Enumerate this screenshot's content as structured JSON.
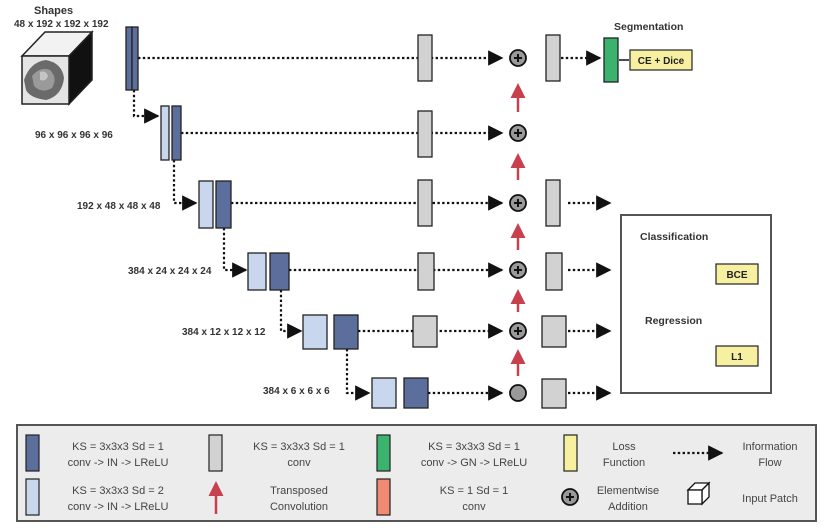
{
  "input": {
    "title": "Shapes",
    "shape": "48 x 192 x 192 x 192"
  },
  "stage_labels": [
    "96 x 96 x 96 x 96",
    "192 x 48 x 48 x 48",
    "384 x 24 x 24 x 24",
    "384 x 12 x 12 x 12",
    "384 x 6 x 6 x 6"
  ],
  "heads": {
    "segmentation_title": "Segmentation",
    "segmentation_loss": "CE + Dice",
    "classification_title": "Classification",
    "classification_loss": "BCE",
    "regression_title": "Regression",
    "regression_loss": "L1"
  },
  "legend": {
    "dark_conv": {
      "line1": "KS = 3x3x3   Sd = 1",
      "line2": "conv -> IN -> LReLU"
    },
    "light_conv": {
      "line1": "KS = 3x3x3   Sd = 2",
      "line2": "conv -> IN -> LReLU"
    },
    "gray_conv": {
      "line1": "KS = 3x3x3   Sd = 1",
      "line2": "conv"
    },
    "transposed": {
      "line1": "Transposed",
      "line2": "Convolution"
    },
    "green_conv": {
      "line1": "KS = 3x3x3   Sd = 1",
      "line2": "conv -> GN -> LReLU"
    },
    "salmon_conv": {
      "line1": "KS = 1   Sd = 1",
      "line2": "conv"
    },
    "loss": {
      "line1": "Loss",
      "line2": "Function"
    },
    "addition": {
      "line1": "Elementwise",
      "line2": "Addition"
    },
    "flow": {
      "line1": "Information",
      "line2": "Flow"
    },
    "input_patch": "Input Patch"
  },
  "colors": {
    "dark_blue": "#5b6e9c",
    "light_blue": "#c8d6ee",
    "gray": "#d2d2d2",
    "green": "#3bb26e",
    "salmon": "#f08a72",
    "yellow": "#f7f0a0",
    "red_arrow": "#c8404e",
    "legend_bg": "#ececec"
  }
}
